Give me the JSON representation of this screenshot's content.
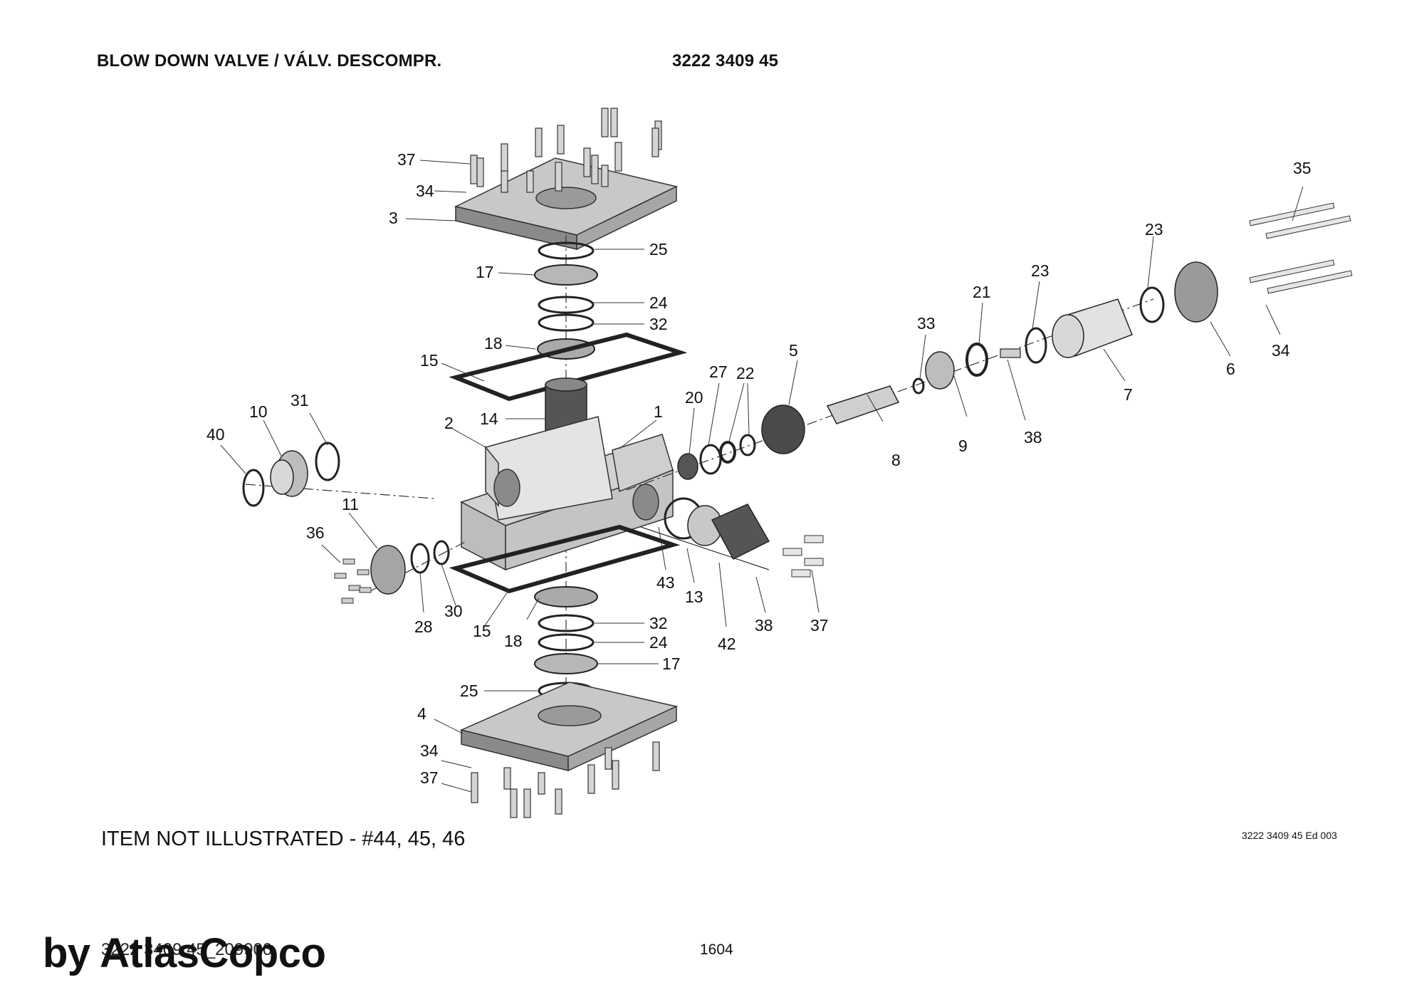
{
  "header": {
    "title": "BLOW DOWN VALVE / VÁLV. DESCOMPR.",
    "part_number": "3222 3409 45"
  },
  "diagram": {
    "callouts": [
      "37",
      "34",
      "3",
      "25",
      "17",
      "24",
      "32",
      "18",
      "15",
      "14",
      "2",
      "1",
      "10",
      "31",
      "40",
      "11",
      "36",
      "28",
      "30",
      "15",
      "18",
      "32",
      "24",
      "17",
      "25",
      "4",
      "34",
      "37",
      "20",
      "27",
      "22",
      "5",
      "33",
      "21",
      "23",
      "23",
      "35",
      "8",
      "9",
      "38",
      "7",
      "6",
      "34",
      "43",
      "13",
      "42",
      "38",
      "37"
    ]
  },
  "footer": {
    "note": "ITEM NOT ILLUSTRATED - #44, 45, 46",
    "edition": "3222 3409 45 Ed 003",
    "page_number": "1604",
    "doc_ref": "3222 3409 45_209900",
    "brand": "by AtlasCopco"
  }
}
